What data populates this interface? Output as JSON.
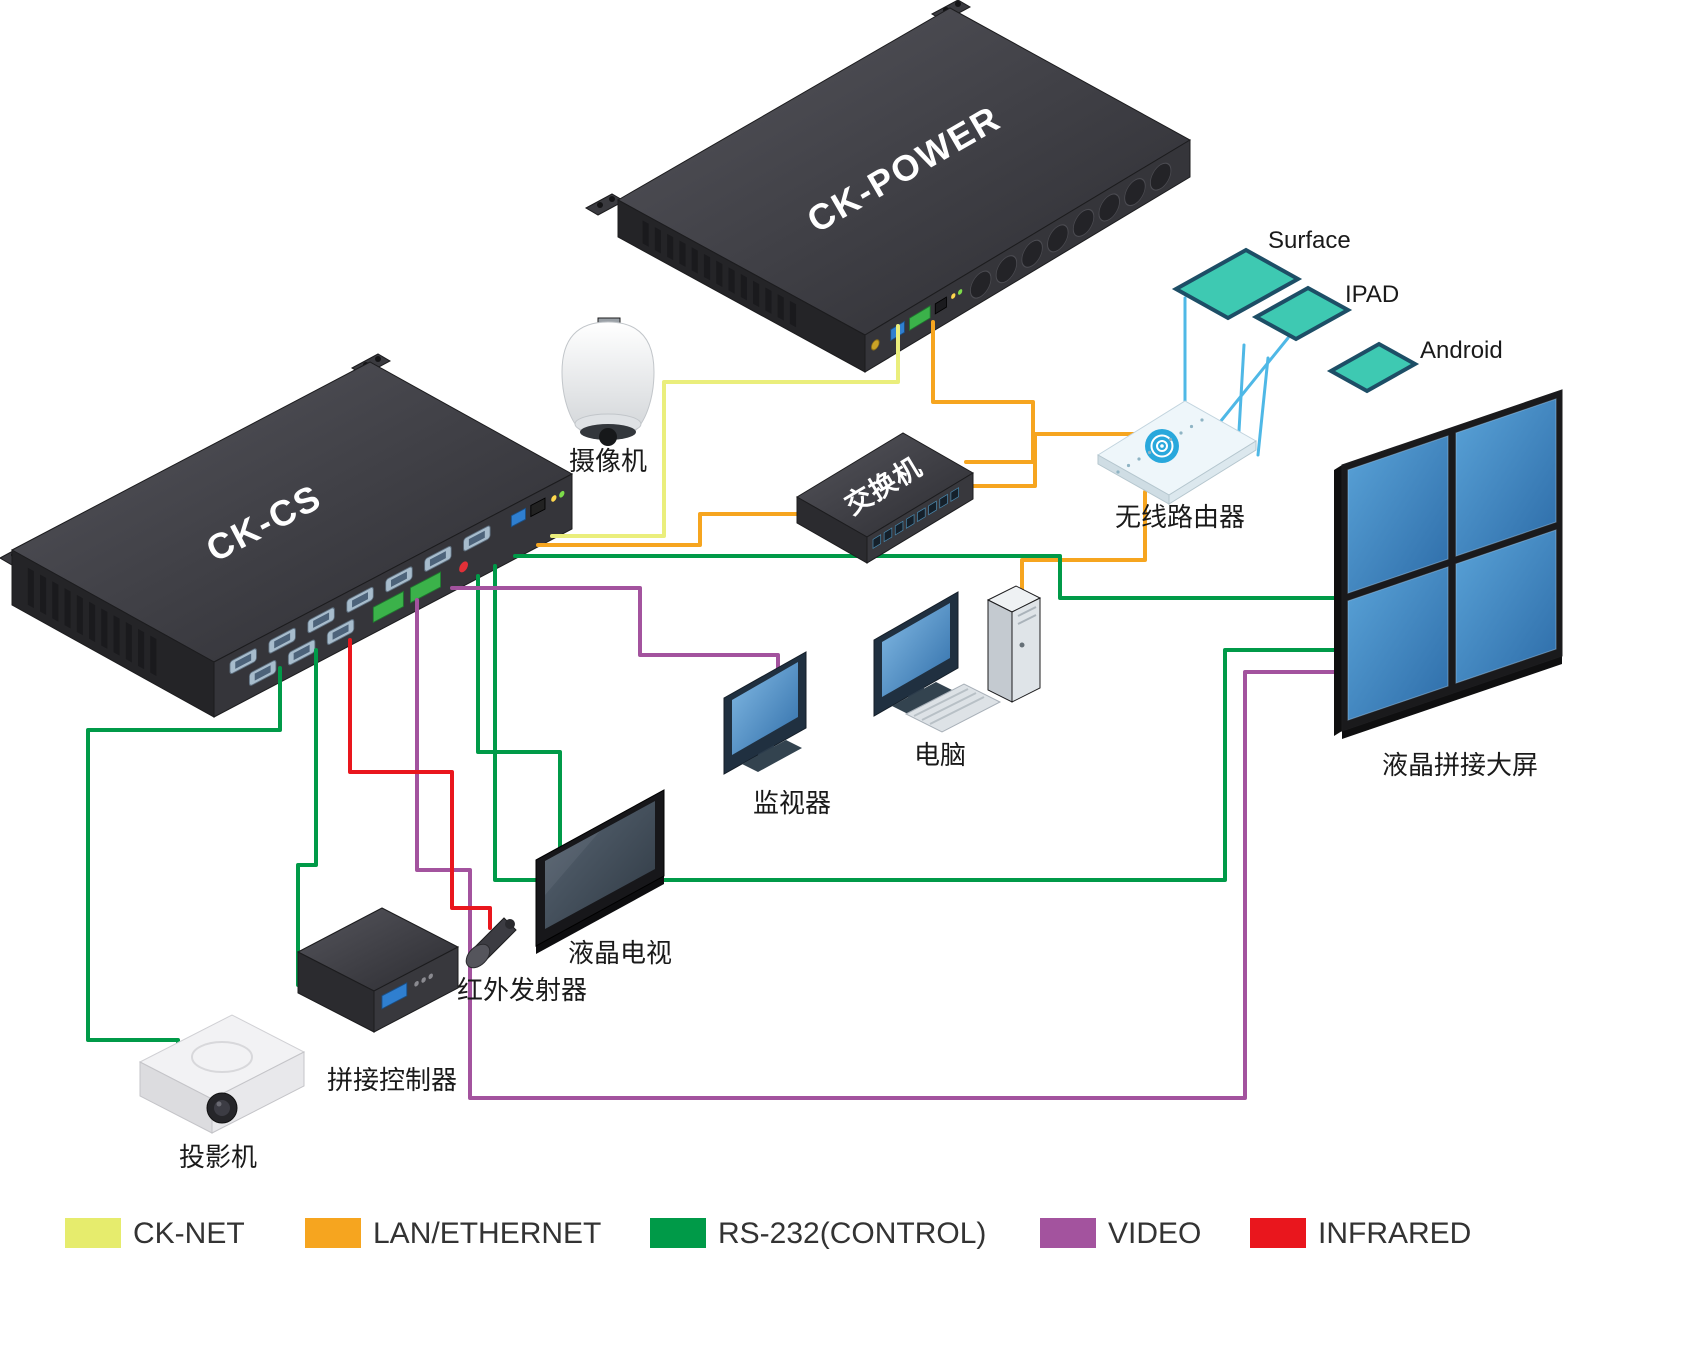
{
  "devices": {
    "ck_power": {
      "label": "CK-POWER"
    },
    "ck_cs": {
      "label": "CK-CS"
    },
    "camera": {
      "label": "摄像机"
    },
    "switch": {
      "label": "交换机"
    },
    "router": {
      "label": "无线路由器"
    },
    "surface": {
      "label": "Surface"
    },
    "ipad": {
      "label": "IPAD"
    },
    "android": {
      "label": "Android"
    },
    "video_wall": {
      "label": "液晶拼接大屏"
    },
    "computer": {
      "label": "电脑"
    },
    "monitor": {
      "label": "监视器"
    },
    "tv": {
      "label": "液晶电视"
    },
    "ir_emitter": {
      "label": "红外发射器"
    },
    "splicing_controller": {
      "label": "拼接控制器"
    },
    "projector": {
      "label": "投影机"
    }
  },
  "legend": [
    {
      "label": "CK-NET",
      "color": "#e6ec6d"
    },
    {
      "label": "LAN/ETHERNET",
      "color": "#f6a51f"
    },
    {
      "label": "RS-232(CONTROL)",
      "color": "#009a48"
    },
    {
      "label": "VIDEO",
      "color": "#a3539e"
    },
    {
      "label": "INFRARED",
      "color": "#e9161d"
    }
  ],
  "line_colors": {
    "ck_net": "#eaee7c",
    "lan": "#f6a51f",
    "rs232": "#009a48",
    "video": "#a3539e",
    "infrared": "#e9161d",
    "wireless": "#4fb8e6"
  }
}
